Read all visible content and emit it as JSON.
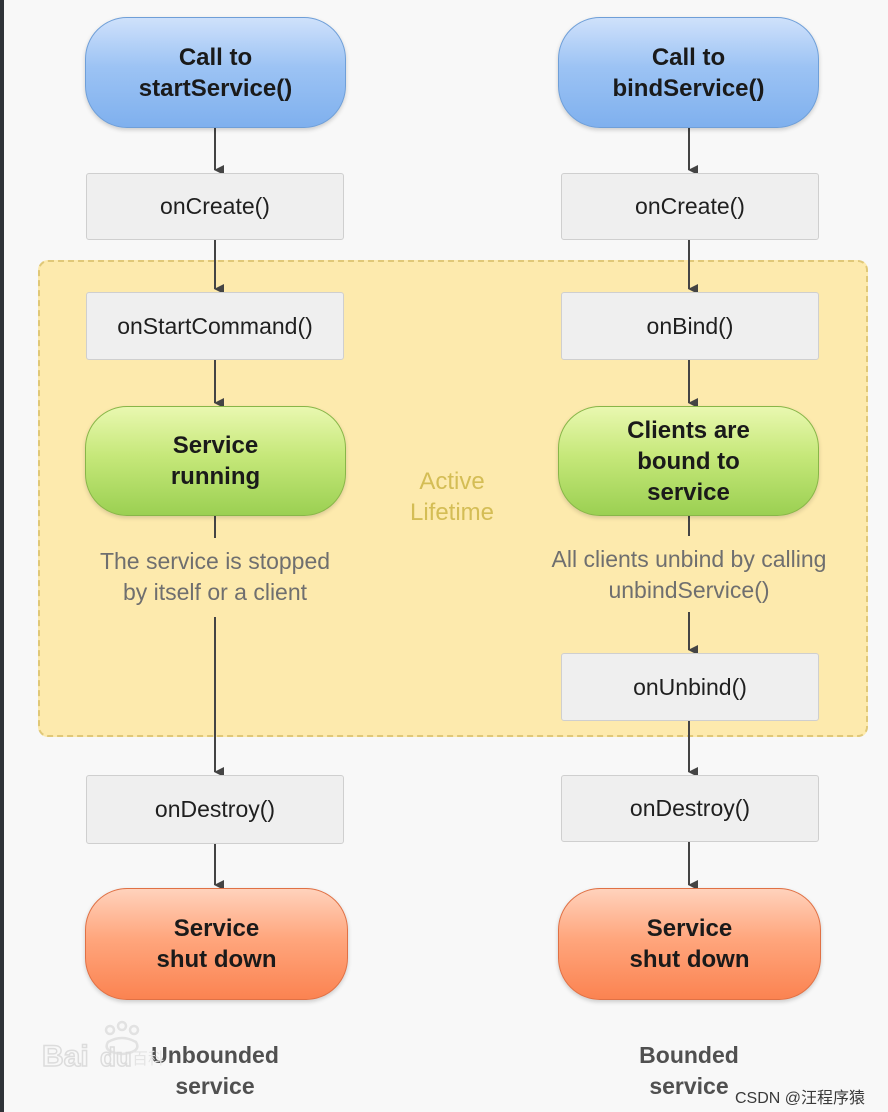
{
  "active_label": "Active\nLifetime",
  "left": {
    "start": "Call to\nstartService()",
    "on_create": "onCreate()",
    "on_start_command": "onStartCommand()",
    "running": "Service\nrunning",
    "stop_note": "The service is stopped\nby itself or a client",
    "on_destroy": "onDestroy()",
    "shut_down": "Service\nshut down",
    "caption": "Unbounded\nservice"
  },
  "right": {
    "start": "Call to\nbindService()",
    "on_create": "onCreate()",
    "on_bind": "onBind()",
    "bound": "Clients are\nbound to\nservice",
    "unbind_note": "All clients unbind by calling\nunbindService()",
    "on_unbind": "onUnbind()",
    "on_destroy": "onDestroy()",
    "shut_down": "Service\nshut down",
    "caption": "Bounded\nservice"
  },
  "watermark": {
    "logo_text": "Bai du百科",
    "csdn": "CSDN @汪程序猿"
  },
  "colors": {
    "start_pill": "#9cc3f4",
    "running_pill": "#c6e87a",
    "shutdown_pill": "#ffa67d",
    "active_region": "#fdeaad",
    "step_box": "#efefef"
  }
}
